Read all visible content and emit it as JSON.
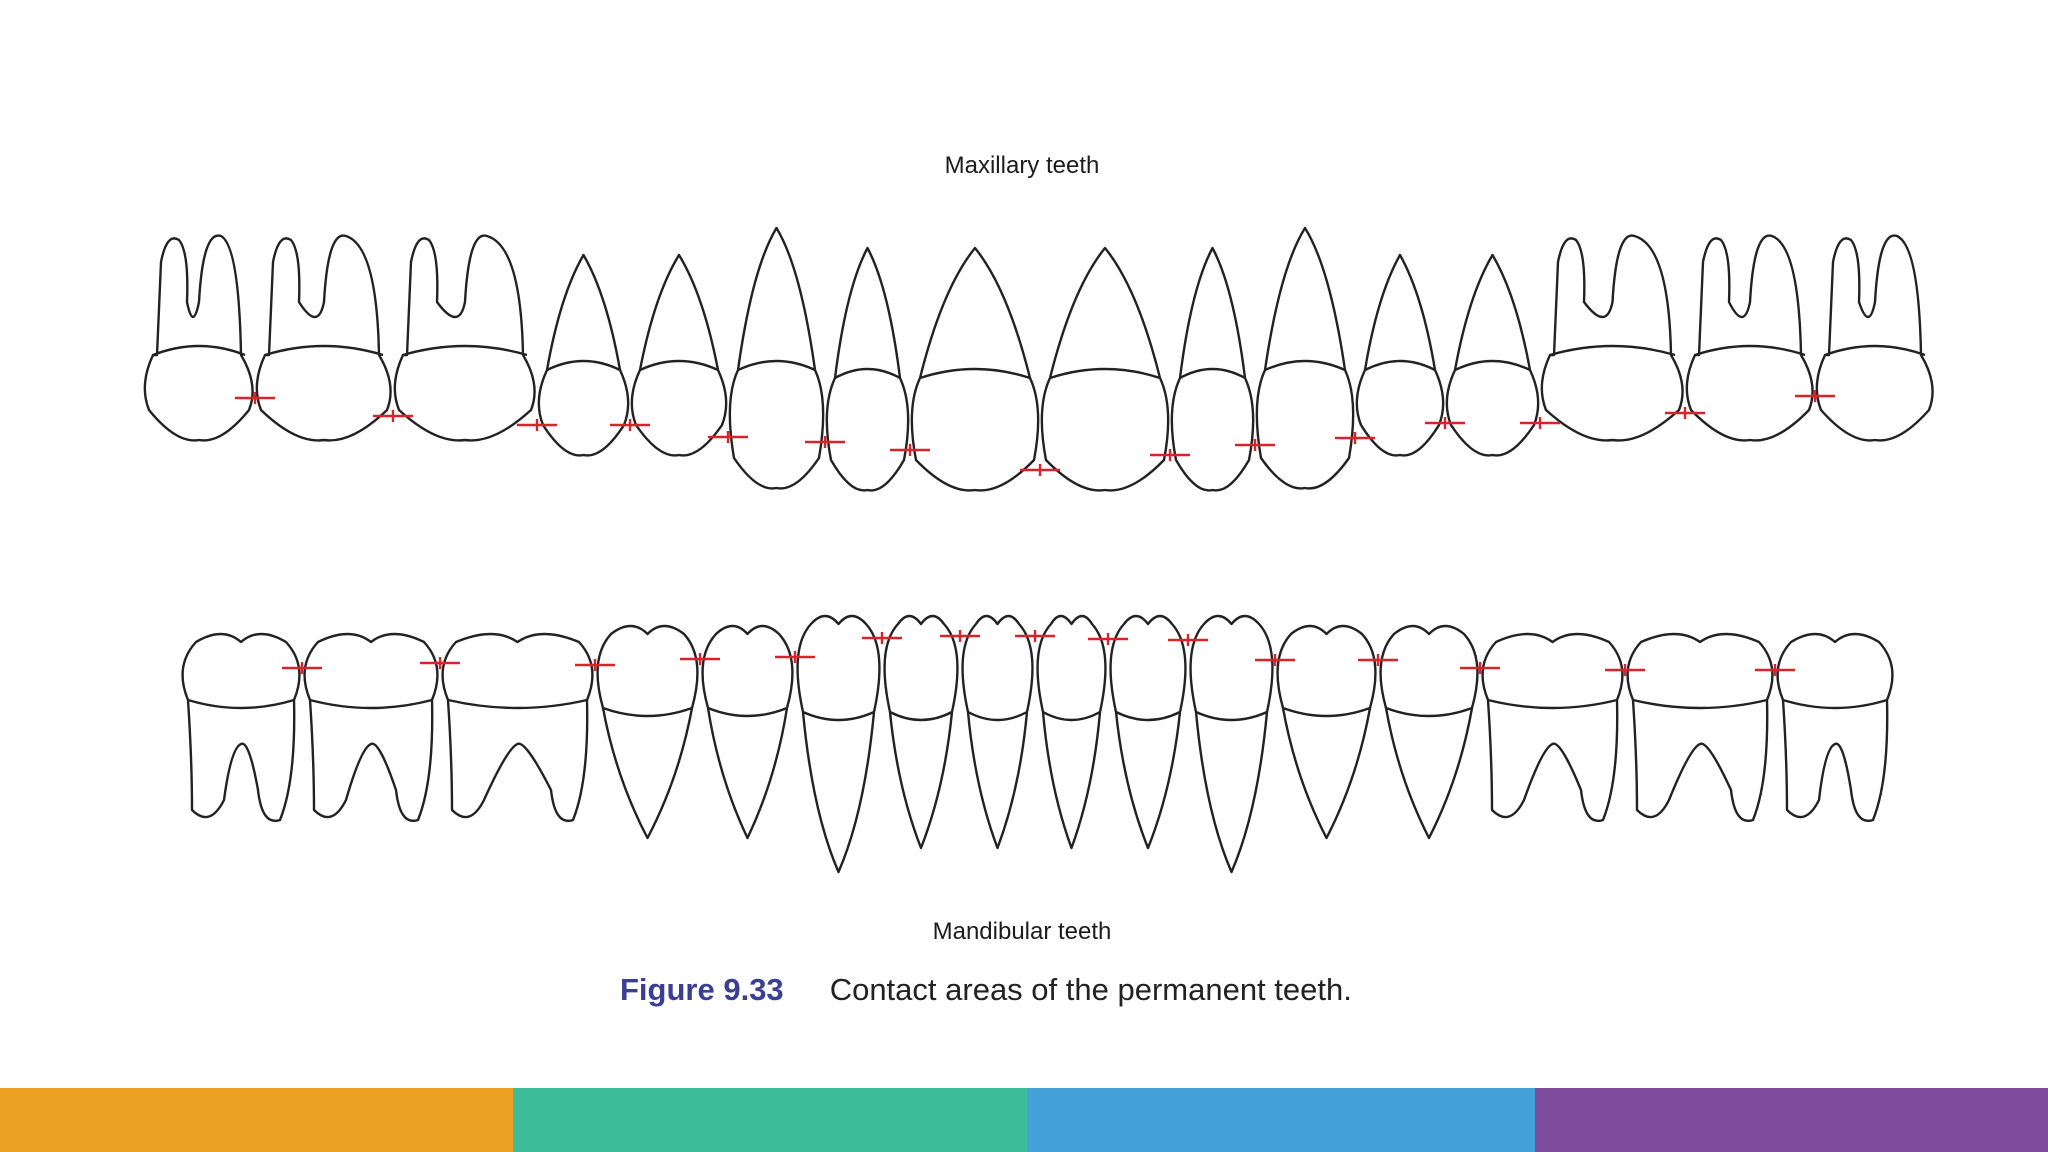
{
  "figure": {
    "upper_label": "Maxillary teeth",
    "lower_label": "Mandibular teeth",
    "caption_number": "Figure 9.33",
    "caption_text": "Contact areas of the permanent teeth."
  },
  "colors": {
    "tooth_outline": "#222222",
    "contact_mark": "#d8232a",
    "caption_number": "#3a3f93",
    "footer_bars": [
      "#eba024",
      "#3cbc99",
      "#45a2d9",
      "#7f4b9d"
    ]
  },
  "teeth": {
    "maxillary": [
      "third-molar",
      "second-molar",
      "first-molar",
      "second-premolar",
      "first-premolar",
      "canine",
      "lateral-incisor",
      "central-incisor",
      "central-incisor",
      "lateral-incisor",
      "canine",
      "first-premolar",
      "second-premolar",
      "first-molar",
      "second-molar",
      "third-molar"
    ],
    "mandibular": [
      "third-molar",
      "second-molar",
      "first-molar",
      "second-premolar",
      "first-premolar",
      "canine",
      "lateral-incisor",
      "central-incisor",
      "central-incisor",
      "lateral-incisor",
      "canine",
      "first-premolar",
      "second-premolar",
      "first-molar",
      "second-molar",
      "third-molar"
    ]
  }
}
